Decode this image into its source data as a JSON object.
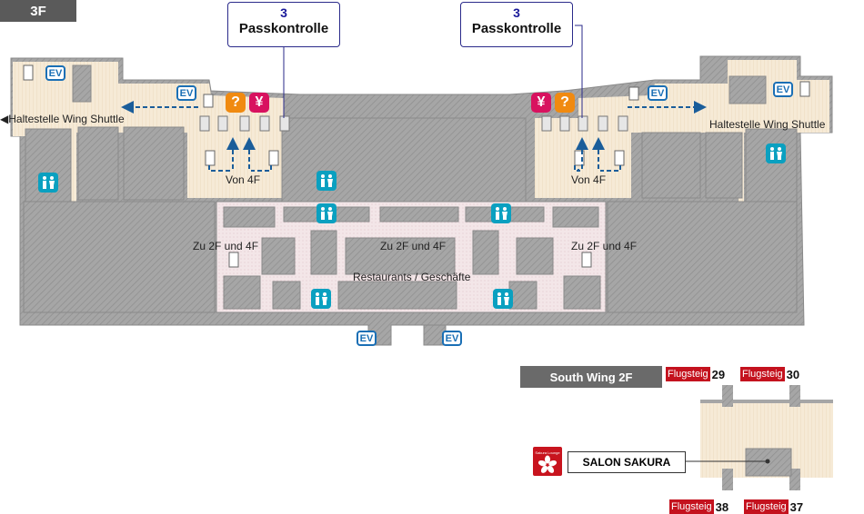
{
  "floor_label": "3F",
  "passport_control": [
    {
      "number": "3",
      "label": "Passkontrolle"
    },
    {
      "number": "3",
      "label": "Passkontrolle"
    }
  ],
  "wing_shuttle_left": "Haltestelle Wing Shuttle",
  "wing_shuttle_right": "Haltestelle Wing Shuttle",
  "from_4f_left": "Von 4F",
  "from_4f_right": "Von 4F",
  "to_2f_4f": [
    "Zu 2F und 4F",
    "Zu 2F und 4F",
    "Zu 2F und 4F"
  ],
  "restaurants": "Restaurants / Geschäfte",
  "ev_label": "EV",
  "info_glyph": "?",
  "currency_glyph": "¥",
  "south_wing": {
    "label": "South Wing 2F",
    "gates_top": [
      {
        "label": "Flugsteig",
        "number": "29"
      },
      {
        "label": "Flugsteig",
        "number": "30"
      }
    ],
    "gates_bottom": [
      {
        "label": "Flugsteig",
        "number": "38"
      },
      {
        "label": "Flugsteig",
        "number": "37"
      }
    ],
    "salon": "SALON SAKURA",
    "salon_logo_text": "Sakura Lounge"
  },
  "colors": {
    "wall_gray": "#a4a4a4",
    "floor_cream": "#f6ead6",
    "shop_pink": "#f1e3e6",
    "ev_blue": "#1a6fb5",
    "info_orange": "#f08a10",
    "currency_pink": "#d8125f",
    "restroom_teal": "#0aa0c0",
    "gate_red": "#c4121e",
    "arrow_blue": "#1a5d9a"
  },
  "icons": [
    "elevator-icon",
    "info-icon",
    "currency-exchange-icon",
    "restroom-icon",
    "stairs-icon",
    "arrow-icon",
    "sakura-lounge-logo-icon"
  ]
}
